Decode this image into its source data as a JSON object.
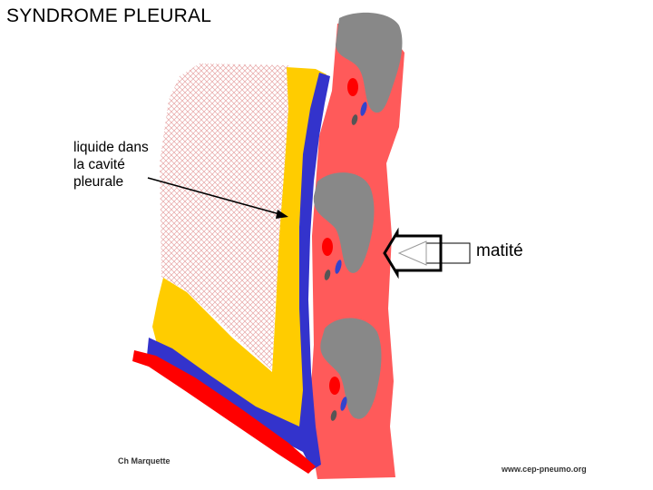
{
  "title": "SYNDROME PLEURAL",
  "annotation": {
    "lines": [
      "liquide dans",
      "la cavité",
      "pleurale"
    ]
  },
  "arrow_label": "matité",
  "credits": {
    "left": "Ch Marquette",
    "right": "www.cep-pneumo.org"
  },
  "colors": {
    "fluid": "#ffcc00",
    "pleura": "#3333cc",
    "chest_wall": "#ff5a5a",
    "rib": "#888888",
    "diaphragm": "#ff0000",
    "artery": "#ff0000",
    "vein": "#3344cc",
    "nerve": "#555555",
    "lung_pattern": "#e7a5a5"
  }
}
